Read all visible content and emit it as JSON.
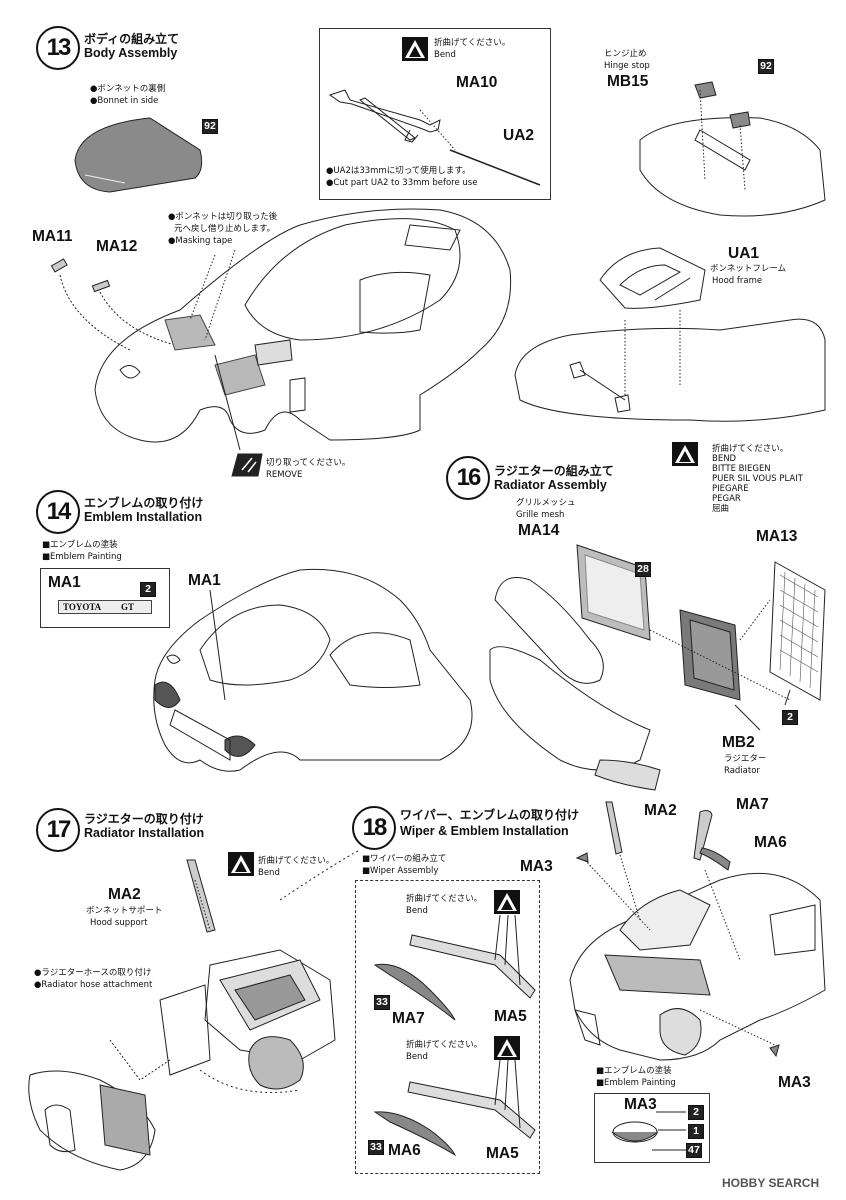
{
  "step13": {
    "number": "13",
    "title_jp": "ボディの組み立て",
    "title_en": "Body Assembly",
    "bonnet_note_jp": "●ボンネットの裏側",
    "bonnet_note_en": "●Bonnet in side",
    "color_92": "92",
    "masking_note_jp1": "●ボンネットは切り取った後",
    "masking_note_jp2": "元へ戻し借り止めします。",
    "masking_note_en": "●Masking tape",
    "part_ma11": "MA11",
    "part_ma12": "MA12",
    "remove_jp": "切り取ってください。",
    "remove_en": "REMOVE",
    "bend_jp": "折曲げてください。",
    "bend_en": "Bend",
    "part_ma10": "MA10",
    "part_ua2": "UA2",
    "ua2_note_jp": "●UA2は33mmに切って使用します。",
    "ua2_note_en": "●Cut part UA2 to 33mm before use",
    "hinge_jp": "ヒンジ止め",
    "hinge_en": "Hinge stop",
    "part_mb15": "MB15",
    "color_92b": "92",
    "part_ua1": "UA1",
    "hood_frame_jp": "ボンネットフレーム",
    "hood_frame_en": "Hood frame"
  },
  "bend_legend": {
    "lines": [
      "折曲げてください。",
      "BEND",
      "BITTE BIEGEN",
      "PUER SIL VOUS PLAIT",
      "PIEGARE",
      "PEGAR",
      "屈曲"
    ]
  },
  "step14": {
    "number": "14",
    "title_jp": "エンブレムの取り付け",
    "title_en": "Emblem Installation",
    "paint_jp": "■エンブレムの塗装",
    "paint_en": "■Emblem Painting",
    "part_ma1_box": "MA1",
    "color_2": "2",
    "emblem_text": "TOYOTA",
    "emblem_text2": "GT",
    "part_ma1": "MA1"
  },
  "step16": {
    "number": "16",
    "title_jp": "ラジエターの組み立て",
    "title_en": "Radiator Assembly",
    "grille_jp": "グリルメッシュ",
    "grille_en": "Grille mesh",
    "part_ma14": "MA14",
    "color_28": "28",
    "part_ma13": "MA13",
    "color_2": "2",
    "part_mb2": "MB2",
    "radiator_jp": "ラジエター",
    "radiator_en": "Radiator"
  },
  "step17": {
    "number": "17",
    "title_jp": "ラジエターの取り付け",
    "title_en": "Radiator Installation",
    "bend_jp": "折曲げてください。",
    "bend_en": "Bend",
    "part_ma2": "MA2",
    "hood_support_jp": "ボンネットサポート",
    "hood_support_en": "Hood support",
    "hose_jp": "●ラジエターホースの取り付け",
    "hose_en": "●Radiator hose attachment"
  },
  "step18": {
    "number": "18",
    "title_jp": "ワイパー、エンブレムの取り付け",
    "title_en": "Wiper & Emblem Installation",
    "wiper_jp": "■ワイパーの組み立て",
    "wiper_en": "■Wiper Assembly",
    "bend1_jp": "折曲げてください。",
    "bend1_en": "Bend",
    "color_33a": "33",
    "part_ma7a": "MA7",
    "part_ma5a": "MA5",
    "bend2_jp": "折曲げてください。",
    "bend2_en": "Bend",
    "color_33b": "33",
    "part_ma6a": "MA6",
    "part_ma5b": "MA5",
    "part_ma2": "MA2",
    "part_ma7": "MA7",
    "part_ma6": "MA6",
    "part_ma3a": "MA3",
    "part_ma3b": "MA3",
    "paint_jp": "■エンブレムの塗装",
    "paint_en": "■Emblem Painting",
    "part_ma3_box": "MA3",
    "color_2": "2",
    "color_1": "1",
    "color_47": "47"
  },
  "watermark": "HOBBY SEARCH"
}
